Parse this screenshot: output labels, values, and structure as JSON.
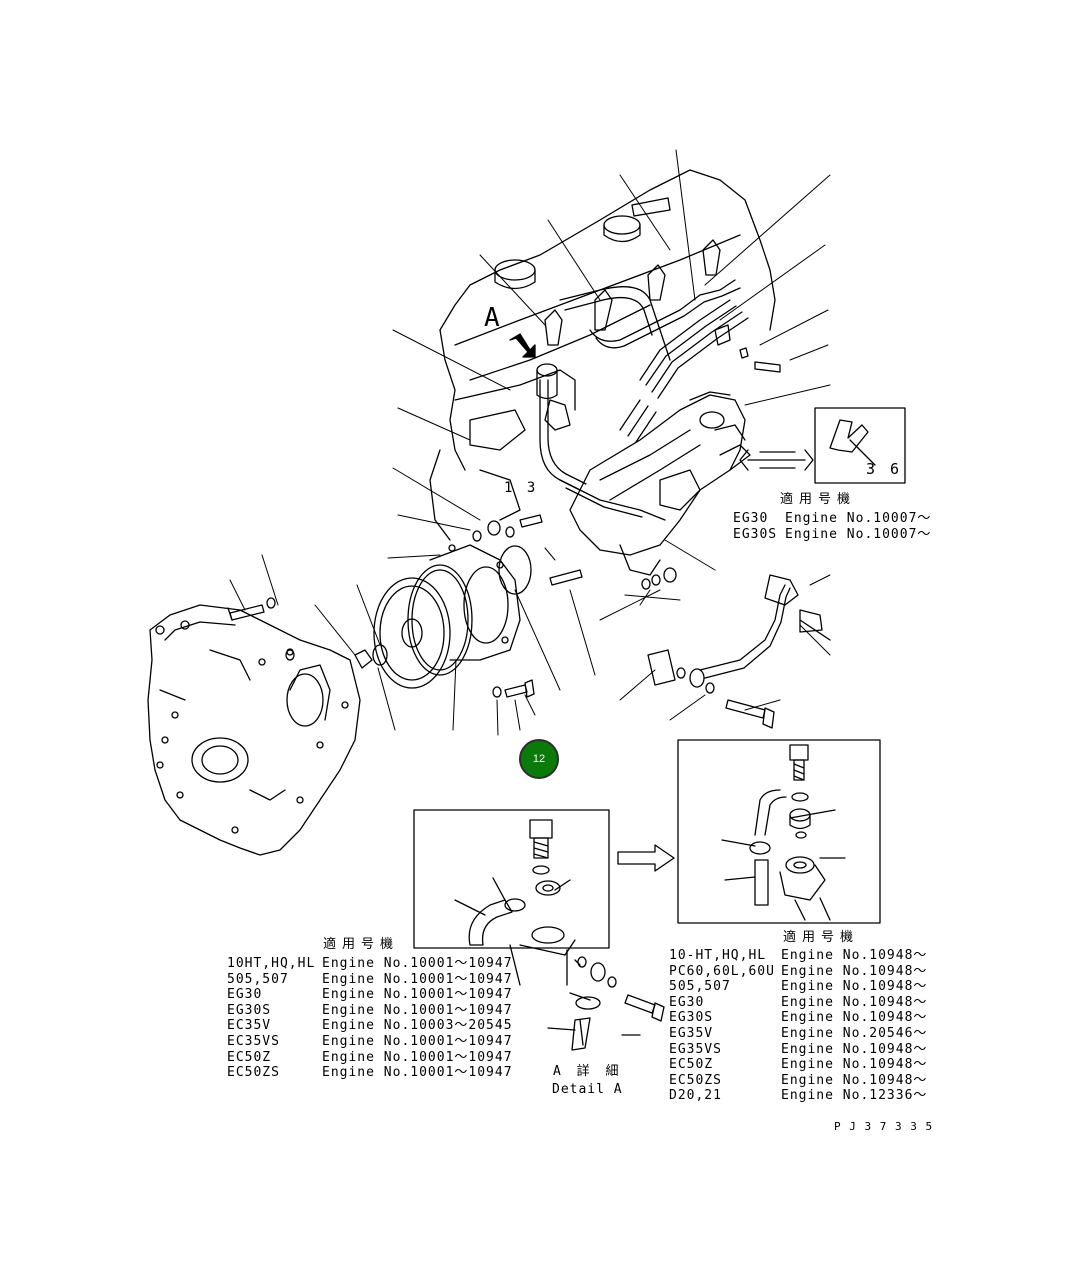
{
  "labels": {
    "view_a": "A",
    "part_13": "1 3",
    "part_36": "3 6",
    "drawing_no": "P J 3 7 3 3 5"
  },
  "callout": {
    "number": "12"
  },
  "bracket_applicable": {
    "header": "適用号機",
    "rows": [
      {
        "model": "EG30 ",
        "engine": "Engine No.10007～"
      },
      {
        "model": "EG30S",
        "engine": "Engine No.10007～"
      }
    ]
  },
  "left_applicable": {
    "header": "適用号機",
    "rows": [
      {
        "model": "10HT,HQ,HL",
        "engine": "Engine No.10001～10947"
      },
      {
        "model": "505,507",
        "engine": "Engine No.10001～10947"
      },
      {
        "model": "EG30",
        "engine": "Engine No.10001～10947"
      },
      {
        "model": "EG30S",
        "engine": "Engine No.10001～10947"
      },
      {
        "model": "EC35V",
        "engine": "Engine No.10003～20545"
      },
      {
        "model": "EC35VS",
        "engine": "Engine No.10001～10947"
      },
      {
        "model": "EC50Z",
        "engine": "Engine No.10001～10947"
      },
      {
        "model": "EC50ZS",
        "engine": "Engine No.10001～10947"
      }
    ]
  },
  "right_applicable": {
    "header": "適用号機",
    "rows": [
      {
        "model": "10-HT,HQ,HL",
        "engine": "Engine No.10948～"
      },
      {
        "model": "PC60,60L,60U",
        "engine": "Engine No.10948～"
      },
      {
        "model": "505,507",
        "engine": "Engine No.10948～"
      },
      {
        "model": "EG30",
        "engine": "Engine No.10948～"
      },
      {
        "model": "EG30S",
        "engine": "Engine No.10948～"
      },
      {
        "model": "EG35V",
        "engine": "Engine No.20546～"
      },
      {
        "model": "EG35VS",
        "engine": "Engine No.10948～"
      },
      {
        "model": "EC50Z",
        "engine": "Engine No.10948～"
      },
      {
        "model": "EC50ZS",
        "engine": "Engine No.10948～"
      },
      {
        "model": "D20,21",
        "engine": "Engine No.12336～"
      }
    ]
  },
  "detail": {
    "title_jp": "A 詳 細",
    "title_en": "Detail A"
  }
}
